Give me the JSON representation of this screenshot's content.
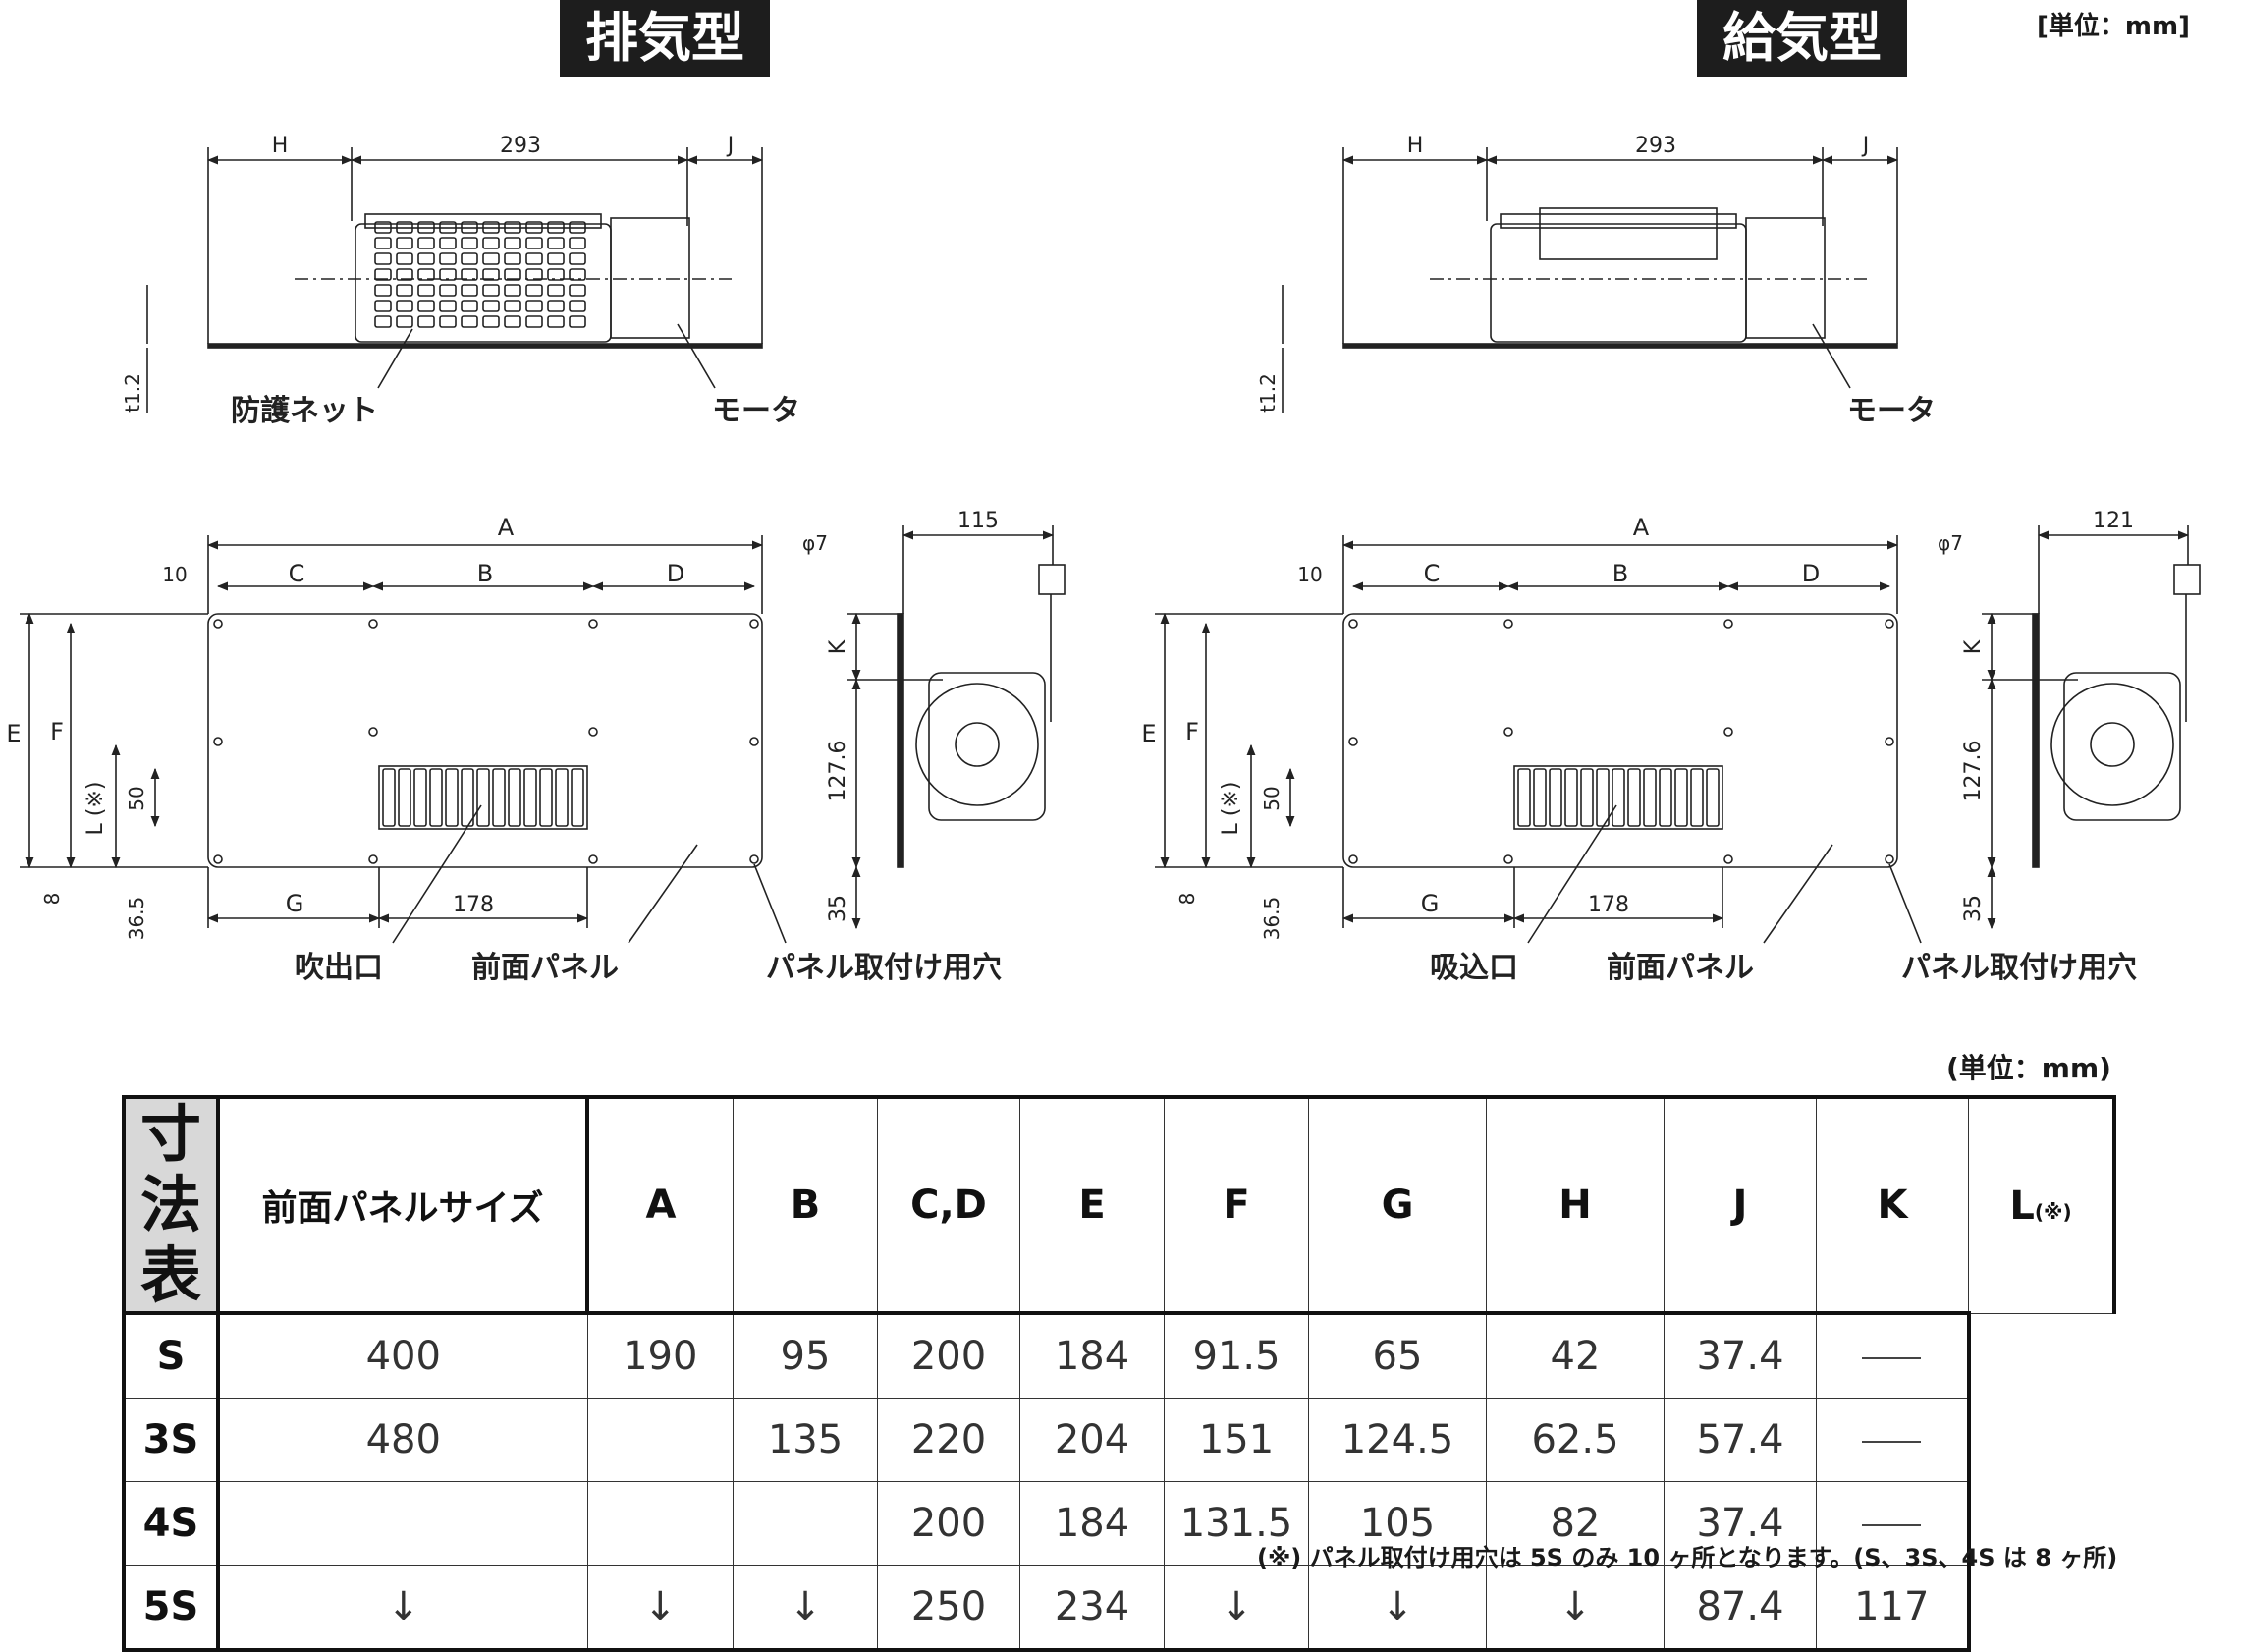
{
  "unit_top_right": "[単位：mm]",
  "left": {
    "title": "排気型",
    "top_dims": {
      "h": "H",
      "w": "293",
      "j": "J",
      "t": "t1.2"
    },
    "labels": {
      "net": "防護ネット",
      "motor": "モータ",
      "outlet": "吹出口",
      "panel": "前面パネル",
      "hole": "パネル取付け用穴"
    },
    "front_dims": {
      "a": "A",
      "b": "B",
      "c": "C",
      "d": "D",
      "e": "E",
      "f": "F",
      "g": "G",
      "l": "L (※)",
      "ten": "10",
      "fifty": "50",
      "eight": "8",
      "thirtysix": "36.5",
      "oneseventyeight": "178",
      "phi": "φ7"
    },
    "side_dims": {
      "w": "115",
      "k": "K",
      "h": "127.6",
      "b": "35"
    }
  },
  "right": {
    "title": "給気型",
    "top_dims": {
      "h": "H",
      "w": "293",
      "j": "J",
      "t": "t1.2"
    },
    "labels": {
      "motor": "モータ",
      "inlet": "吸込口",
      "panel": "前面パネル",
      "hole": "パネル取付け用穴"
    },
    "front_dims": {
      "a": "A",
      "b": "B",
      "c": "C",
      "d": "D",
      "e": "E",
      "f": "F",
      "g": "G",
      "l": "L (※)",
      "ten": "10",
      "fifty": "50",
      "eight": "8",
      "thirtysix": "36.5",
      "oneseventyeight": "178",
      "phi": "φ7"
    },
    "side_dims": {
      "w": "121",
      "k": "K",
      "h": "127.6",
      "b": "35"
    }
  },
  "table": {
    "unit": "(単位：mm)",
    "side_label": [
      "寸",
      "法",
      "表"
    ],
    "headers": [
      "前面パネルサイズ",
      "A",
      "B",
      "C,D",
      "E",
      "F",
      "G",
      "H",
      "J",
      "K",
      "L"
    ],
    "l_note": "(※)",
    "rows": [
      {
        "size": "S",
        "cells": [
          "400",
          "190",
          "95",
          "200",
          "184",
          "91.5",
          "65",
          "42",
          "37.4",
          "—"
        ]
      },
      {
        "size": "3S",
        "cells": [
          "480",
          "",
          "135",
          "220",
          "204",
          "151",
          "124.5",
          "62.5",
          "57.4",
          "—"
        ]
      },
      {
        "size": "4S",
        "cells": [
          "",
          "",
          "",
          "200",
          "184",
          "131.5",
          "105",
          "82",
          "37.4",
          "—"
        ]
      },
      {
        "size": "5S",
        "cells": [
          "↓",
          "↓",
          "↓",
          "250",
          "234",
          "↓",
          "↓",
          "↓",
          "87.4",
          "117"
        ]
      }
    ],
    "footnote": "(※) パネル取付け用穴は 5S のみ 10 ヶ所となります。(S、3S、4S は 8 ヶ所)"
  }
}
